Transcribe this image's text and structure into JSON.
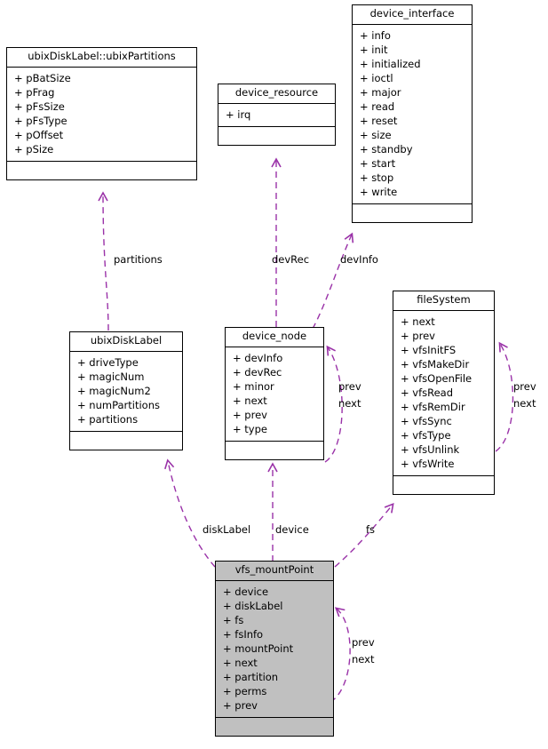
{
  "diagram": {
    "kind": "uml-class-collaboration-diagram",
    "edge_color": "#9a32a8",
    "highlight_fill": "#c0c0c0",
    "box_fill": "#ffffff",
    "border_color": "#000000"
  },
  "classes": [
    {
      "id": "ubixPartitions",
      "name": "ubixDiskLabel::ubixPartitions",
      "attributes": [
        "+ pBatSize",
        "+ pFrag",
        "+ pFsSize",
        "+ pFsType",
        "+ pOffset",
        "+ pSize"
      ],
      "operations": [],
      "highlighted": false
    },
    {
      "id": "device_resource",
      "name": "device_resource",
      "attributes": [
        "+ irq"
      ],
      "operations": [],
      "highlighted": false
    },
    {
      "id": "device_interface",
      "name": "device_interface",
      "attributes": [
        "+ info",
        "+ init",
        "+ initialized",
        "+ ioctl",
        "+ major",
        "+ read",
        "+ reset",
        "+ size",
        "+ standby",
        "+ start",
        "+ stop",
        "+ write"
      ],
      "operations": [],
      "highlighted": false
    },
    {
      "id": "ubixDiskLabel",
      "name": "ubixDiskLabel",
      "attributes": [
        "+ driveType",
        "+ magicNum",
        "+ magicNum2",
        "+ numPartitions",
        "+ partitions"
      ],
      "operations": [],
      "highlighted": false
    },
    {
      "id": "device_node",
      "name": "device_node",
      "attributes": [
        "+ devInfo",
        "+ devRec",
        "+ minor",
        "+ next",
        "+ prev",
        "+ type"
      ],
      "operations": [],
      "highlighted": false
    },
    {
      "id": "fileSystem",
      "name": "fileSystem",
      "attributes": [
        "+ next",
        "+ prev",
        "+ vfsInitFS",
        "+ vfsMakeDir",
        "+ vfsOpenFile",
        "+ vfsRead",
        "+ vfsRemDir",
        "+ vfsSync",
        "+ vfsType",
        "+ vfsUnlink",
        "+ vfsWrite"
      ],
      "operations": [],
      "highlighted": false
    },
    {
      "id": "vfs_mountPoint",
      "name": "vfs_mountPoint",
      "attributes": [
        "+ device",
        "+ diskLabel",
        "+ fs",
        "+ fsInfo",
        "+ mountPoint",
        "+ next",
        "+ partition",
        "+ perms",
        "+ prev"
      ],
      "operations": [],
      "highlighted": true
    }
  ],
  "edges": [
    {
      "id": "e-partitions",
      "from": "ubixDiskLabel",
      "to": "ubixPartitions",
      "label": "partitions"
    },
    {
      "id": "e-devrec",
      "from": "device_node",
      "to": "device_resource",
      "label": "devRec"
    },
    {
      "id": "e-devinfo",
      "from": "device_node",
      "to": "device_interface",
      "label": "devInfo"
    },
    {
      "id": "e-disklabel",
      "from": "vfs_mountPoint",
      "to": "ubixDiskLabel",
      "label": "diskLabel"
    },
    {
      "id": "e-device",
      "from": "vfs_mountPoint",
      "to": "device_node",
      "label": "device"
    },
    {
      "id": "e-fs",
      "from": "vfs_mountPoint",
      "to": "fileSystem",
      "label": "fs"
    },
    {
      "id": "e-devnode-self",
      "from": "device_node",
      "to": "device_node",
      "label": "prev\nnext",
      "label_line1": "prev",
      "label_line2": "next"
    },
    {
      "id": "e-filesystem-self",
      "from": "fileSystem",
      "to": "fileSystem",
      "label": "prev\nnext",
      "label_line1": "prev",
      "label_line2": "next"
    },
    {
      "id": "e-mountpoint-self",
      "from": "vfs_mountPoint",
      "to": "vfs_mountPoint",
      "label": "prev\nnext",
      "label_line1": "prev",
      "label_line2": "next"
    }
  ],
  "labels": {
    "partitions": "partitions",
    "devRec": "devRec",
    "devInfo": "devInfo",
    "diskLabel": "diskLabel",
    "device": "device",
    "fs": "fs",
    "devnode_prev": "prev",
    "devnode_next": "next",
    "filesystem_prev": "prev",
    "filesystem_next": "next",
    "mountpoint_prev": "prev",
    "mountpoint_next": "next"
  }
}
